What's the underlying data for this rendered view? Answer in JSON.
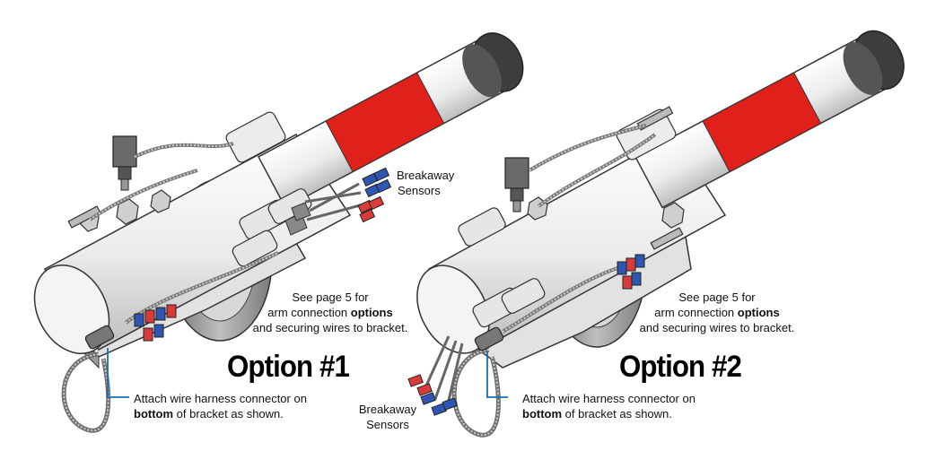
{
  "panels": [
    {
      "option_title": "Option #1",
      "sensor_label": [
        "Breakaway",
        "Sensors"
      ],
      "note": {
        "line1": "See page 5 for",
        "line2_pre": "arm connection ",
        "line2_bold": "options",
        "line3": "and securing wires to bracket."
      },
      "attach": {
        "line1": "Attach wire harness connector on",
        "line2_bold": "bottom",
        "line2_post": " of bracket as shown."
      }
    },
    {
      "option_title": "Option #2",
      "sensor_label": [
        "Breakaway",
        "Sensors"
      ],
      "note": {
        "line1": "See page 5 for",
        "line2_pre": "arm connection ",
        "line2_bold": "options",
        "line3": "and securing wires to bracket."
      },
      "attach": {
        "line1": "Attach wire harness connector on",
        "line2_bold": "bottom",
        "line2_post": " of bracket as shown."
      }
    }
  ],
  "colors": {
    "stripe": "#e0201b",
    "cap": "#3d3d3d",
    "leader": "#1a6fb5",
    "connector_blue": "#2f56b0",
    "connector_red": "#d93a3a",
    "metal": "#e9e9e9"
  }
}
